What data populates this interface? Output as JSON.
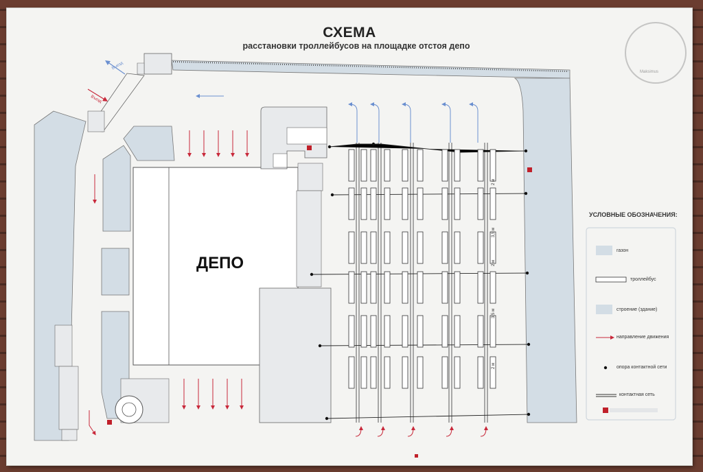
{
  "title": "СХЕМА",
  "subtitle": "расстановки троллейбусов на площадке отстоя депо",
  "depot_label": "ДЕПО",
  "exit_labels": [
    "Выезд",
    "Въезд"
  ],
  "dimensions": [
    "2 м",
    "3,5 м",
    "2 м",
    "3,5 м",
    "2 м"
  ],
  "legend": {
    "title": "УСЛОВНЫЕ ОБОЗНАЧЕНИЯ:",
    "items": [
      {
        "label": "газон",
        "symbol": "lawn"
      },
      {
        "label": "троллейбус",
        "symbol": "trolleybus"
      },
      {
        "label": "строение (здание)",
        "symbol": "building"
      },
      {
        "label": "направление движения",
        "symbol": "direction-arrow"
      },
      {
        "label": "опора контактной сети",
        "symbol": "pole"
      },
      {
        "label": "контактная сеть",
        "symbol": "overhead-line"
      }
    ]
  },
  "watermark": "Maksimus",
  "colors": {
    "lawn": "#d3dde5",
    "arrow": "#c8283a",
    "blue_arrow": "#6a8fd0",
    "marker": "#c0202a"
  }
}
